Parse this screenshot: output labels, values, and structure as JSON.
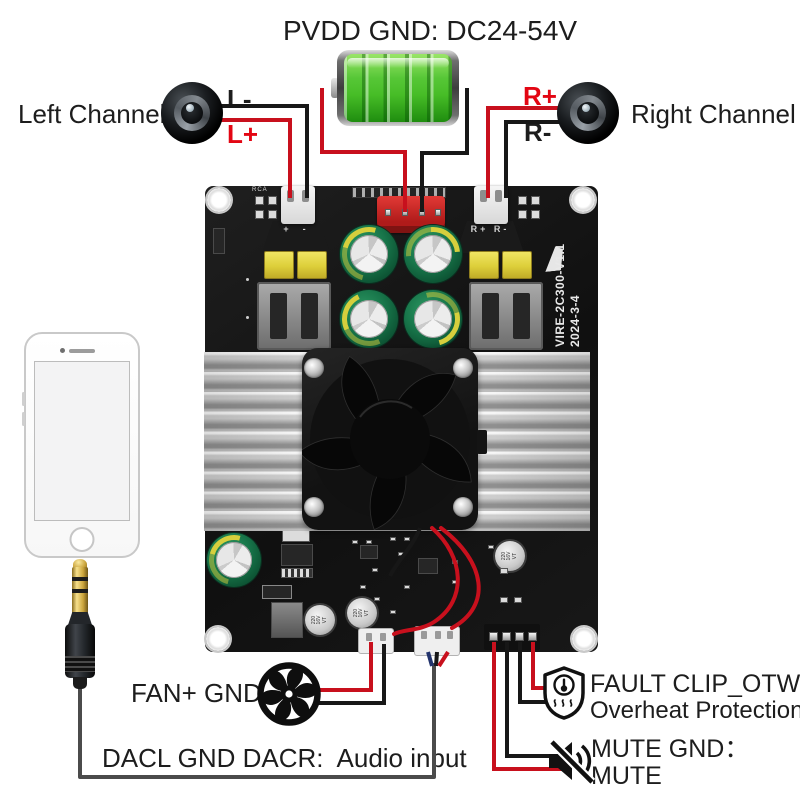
{
  "colors": {
    "wire-red": "#c8101d",
    "wire-black": "#171717",
    "wire-blue": "#23346d",
    "cable-gray": "#4b4b4b",
    "label-red": "#e30613",
    "text-black": "#1d1d1d",
    "battery-green": "#47bd27",
    "power-connector-red": "#cc2524",
    "cap-green": "#177449",
    "cap-yellow": "#ddcf3a"
  },
  "header": {
    "title": "PVDD GND: DC24-54V"
  },
  "channels": {
    "left": {
      "label": "Left Channel",
      "neg": "L-",
      "pos": "L+"
    },
    "right": {
      "label": "Right Channel",
      "pos": "R+",
      "neg": "R-"
    }
  },
  "board": {
    "model": "VIRE-2C300-V1.1",
    "date": "2024-3-4",
    "silk_rca": "RCA",
    "silk_left_polarity": "+  -",
    "silk_right_polarity": "R+ R-",
    "cap_label": "220\n16V\nVT"
  },
  "bottom": {
    "fan_label": "FAN+ GND",
    "audio_label": "DACL GND DACR:  Audio input",
    "fault_title": "FAULT CLIP_OTW:",
    "fault_sub": "Overheat Protection",
    "mute_title": "MUTE GND：",
    "mute_sub": "MUTE"
  }
}
